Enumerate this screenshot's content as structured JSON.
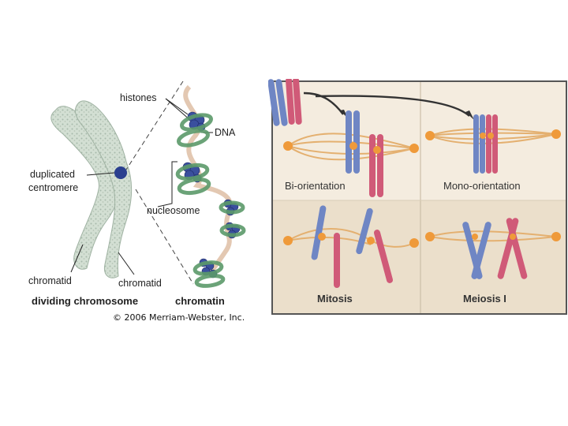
{
  "left_figure": {
    "labels": {
      "histones": "histones",
      "dna": "DNA",
      "duplicated": "duplicated",
      "centromere": "centromere",
      "nucleosome": "nucleosome",
      "chromatid_left": "chromatid",
      "chromatid_right": "chromatid",
      "dividing_chromosome": "dividing chromosome",
      "chromatin": "chromatin"
    },
    "copyright": "© 2006 Merriam-Webster, Inc."
  },
  "right_panel": {
    "bi_orientation": "Bi-orientation",
    "mono_orientation": "Mono-orientation",
    "mitosis": "Mitosis",
    "meiosis": "Meiosis I"
  },
  "colors": {
    "chromatid_fill": "#cfdccf",
    "histone_blue": "#3a4f9e",
    "dna_green": "#5c9a6a",
    "chrom_blue": "#6f86c4",
    "chrom_red": "#d05a78",
    "spindle": "#e4b070",
    "kinetochore": "#ef9a3a",
    "panel_bg": "#efe6d6",
    "panel_border": "#555555"
  }
}
